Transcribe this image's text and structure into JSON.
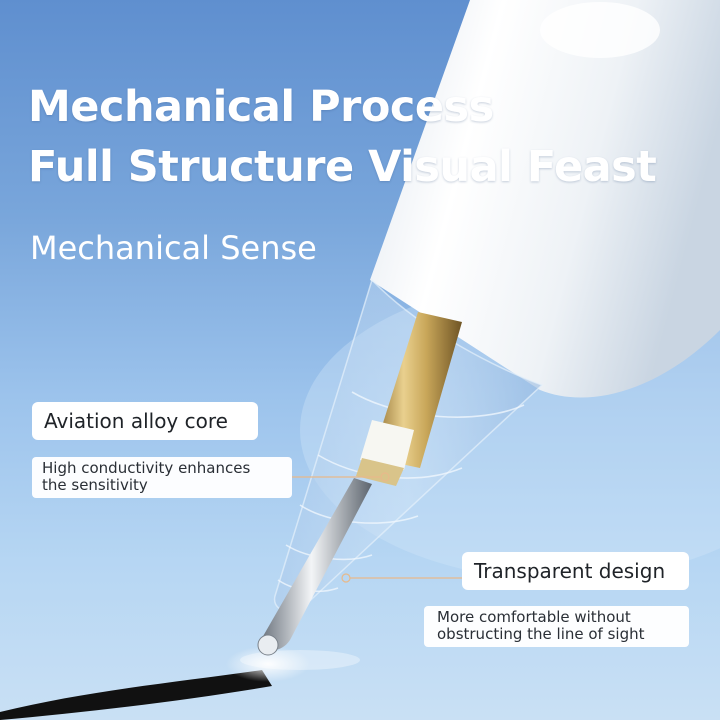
{
  "headline": {
    "line1": "Mechanical Process",
    "line2": "Full Structure Visual Feast"
  },
  "subhead": "Mechanical Sense",
  "callouts": [
    {
      "title": "Aviation alloy core",
      "description_line1": "High conductivity enhances",
      "description_line2": "the sensitivity"
    },
    {
      "title": "Transparent design",
      "description_line1": "More comfortable without",
      "description_line2": "obstructing the line of sight"
    }
  ],
  "colors": {
    "background_top": "#5f8fcf",
    "background_bottom": "#c9e0f4",
    "headline_text": "#ffffff",
    "callout_box": "#ffffff",
    "callout_text": "#1f2328",
    "leader_line": "#e8b98a",
    "pen_body": "#f2f4f6",
    "brass_core": "#c9a75a",
    "ink_stroke": "#111111"
  }
}
